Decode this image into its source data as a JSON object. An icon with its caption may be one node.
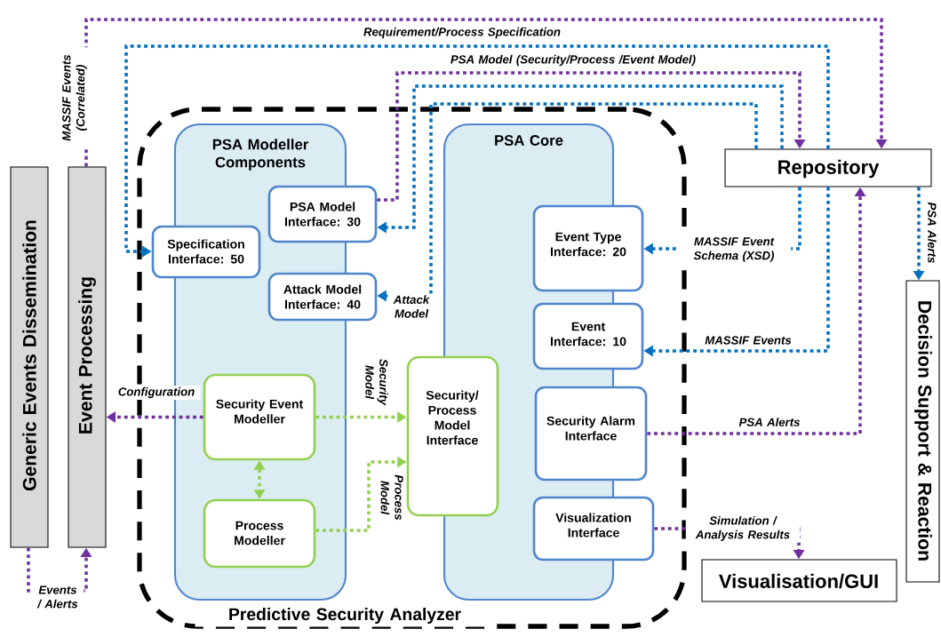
{
  "diagram": {
    "nodes": [
      {
        "text": [
          "Generic Events Dissemination"
        ]
      },
      {
        "text": [
          "Event Processing"
        ]
      },
      {
        "text": [
          "Predictive Security Analyzer"
        ]
      },
      {
        "text": [
          "PSA Modeller Components"
        ],
        "in": 2
      },
      {
        "text": [
          "PSA Core"
        ],
        "in": 2
      },
      {
        "text": [
          "PSA Model Interface: 30"
        ],
        "in": 2
      },
      {
        "text": [
          "Specification Interface: 50"
        ],
        "in": 2
      },
      {
        "text": [
          "Attack Model Interface: 40"
        ],
        "in": 2
      },
      {
        "text": [
          "Security Event Modeller"
        ],
        "in": 3
      },
      {
        "text": [
          "Process Modeller"
        ],
        "in": 3
      },
      {
        "text": [
          "Security/ Process Model Interface"
        ],
        "in": 2
      },
      {
        "text": [
          "Event Type Interface: 20"
        ],
        "in": 2
      },
      {
        "text": [
          "Event Interface: 10"
        ],
        "in": 2
      },
      {
        "text": [
          "Security Alarm Interface"
        ],
        "in": 2
      },
      {
        "text": [
          "Visualization Interface"
        ],
        "in": 2
      },
      {
        "text": [
          "Repository"
        ]
      },
      {
        "text": [
          "Decision Support & Reaction"
        ]
      },
      {
        "text": [
          "Visualisation/GUI"
        ]
      }
    ],
    "edges": [
      {
        "from": 1,
        "to": 15,
        "arrow": "to",
        "label": "MASSIF Events (Correlated)",
        "color": "#7030a0"
      },
      {
        "from": 15,
        "to": 6,
        "arrow": "to",
        "label": "Requirement/Process Specification",
        "color": "#0070c0"
      },
      {
        "from": 5,
        "to": 15,
        "arrow": "to",
        "label": "PSA Model (Security/Process /Event Model)",
        "color": "#7030a0"
      },
      {
        "from": 15,
        "to": 5,
        "arrow": "to",
        "color": "#0070c0"
      },
      {
        "from": 15,
        "to": 7,
        "arrow": "to",
        "label": "Attack Model",
        "color": "#0070c0"
      },
      {
        "from": 15,
        "to": 11,
        "arrow": "to",
        "label": "MASSIF Event Schema (XSD)",
        "color": "#0070c0"
      },
      {
        "from": 15,
        "to": 12,
        "arrow": "to",
        "label": "MASSIF Events",
        "color": "#0070c0"
      },
      {
        "from": 13,
        "to": 15,
        "arrow": "to",
        "label": "PSA Alerts",
        "color": "#7030a0"
      },
      {
        "from": 15,
        "to": 16,
        "arrow": "to",
        "label": "PSA Alerts",
        "color": "#0070c0"
      },
      {
        "from": 14,
        "to": 17,
        "arrow": "to",
        "label": "Simulation / Analysis Results",
        "color": "#7030a0"
      },
      {
        "from": 8,
        "to": 1,
        "arrow": "to",
        "label": "Configuration",
        "color": "#7030a0"
      },
      {
        "from": 8,
        "to": 10,
        "arrow": "to",
        "label": "Security Model",
        "color": "#92d050"
      },
      {
        "from": 9,
        "to": 10,
        "arrow": "to",
        "label": "Process Model",
        "color": "#92d050"
      },
      {
        "from": 8,
        "to": 9,
        "arrow": "both",
        "color": "#92d050"
      },
      {
        "from": 0,
        "to": 1,
        "arrow": "to",
        "label": "Events / Alerts",
        "color": "#7030a0"
      }
    ]
  }
}
